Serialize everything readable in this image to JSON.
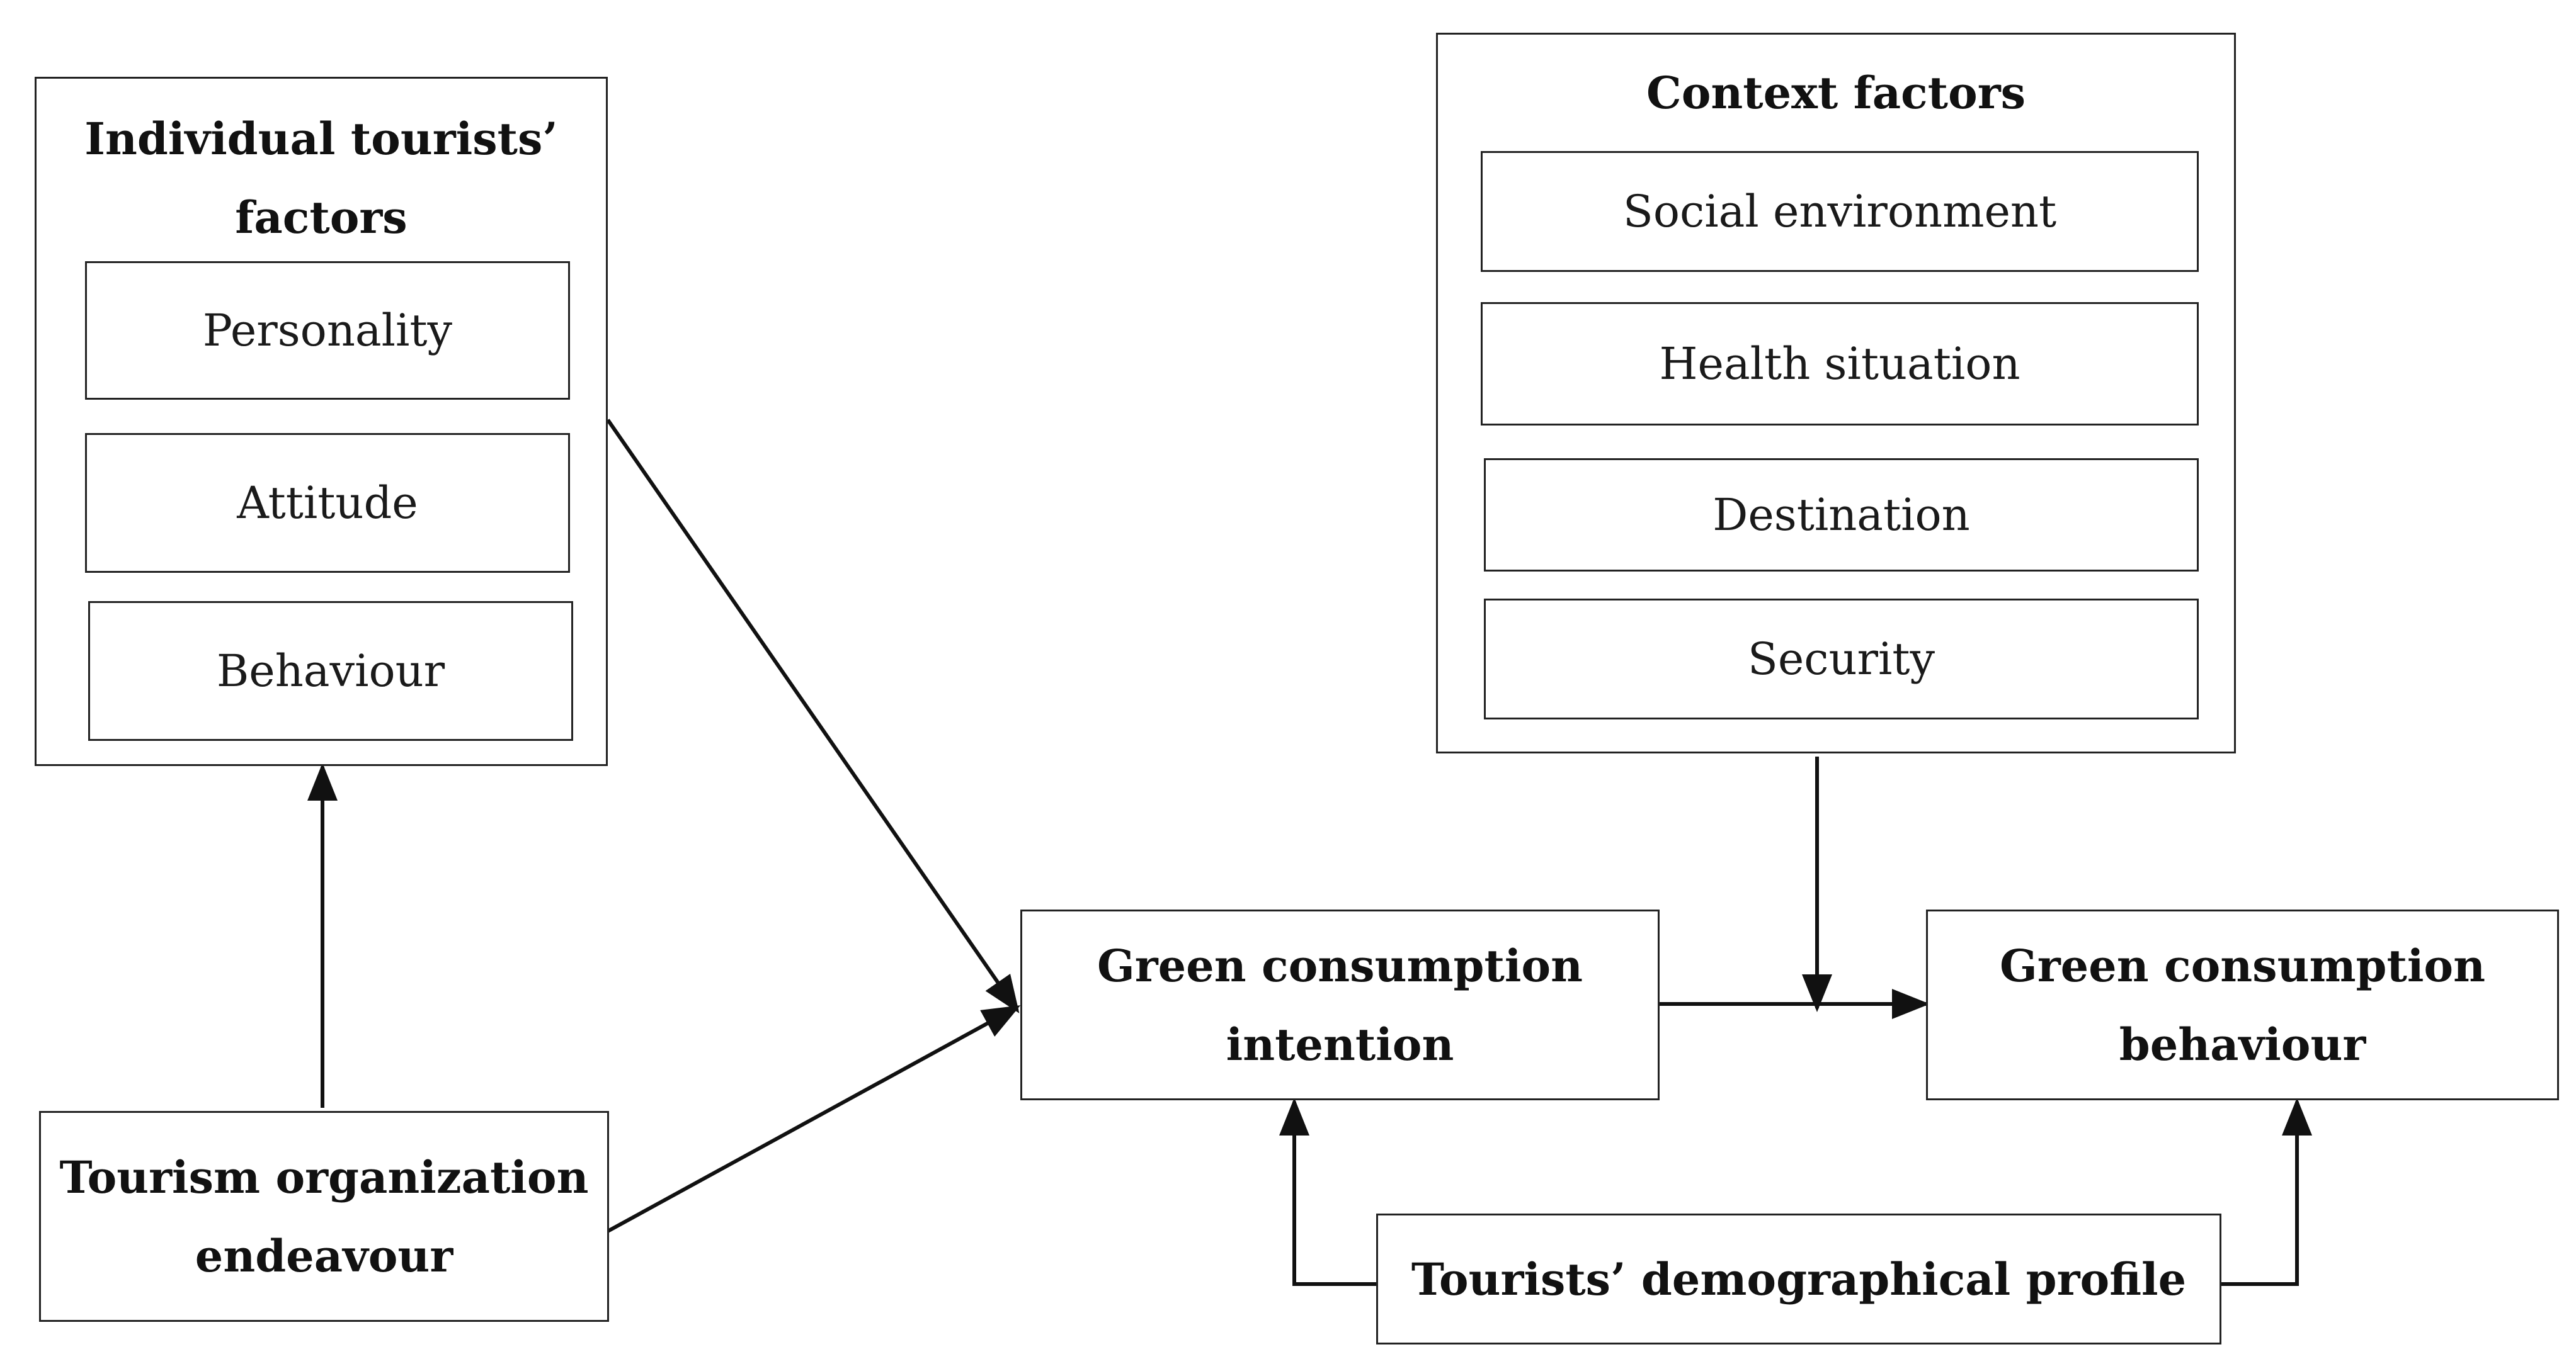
{
  "individual": {
    "title_line1": "Individual tourists’",
    "title_line2": "factors",
    "items": [
      "Personality",
      "Attitude",
      "Behaviour"
    ]
  },
  "context": {
    "title": "Context factors",
    "items": [
      "Social environment",
      "Health situation",
      "Destination",
      "Security"
    ]
  },
  "tourism_org": {
    "line1": "Tourism organization",
    "line2": "endeavour"
  },
  "intention": {
    "line1": "Green consumption",
    "line2": "intention"
  },
  "behaviour": {
    "line1": "Green consumption",
    "line2": "behaviour"
  },
  "demographic": {
    "label": "Tourists’ demographical profile"
  }
}
